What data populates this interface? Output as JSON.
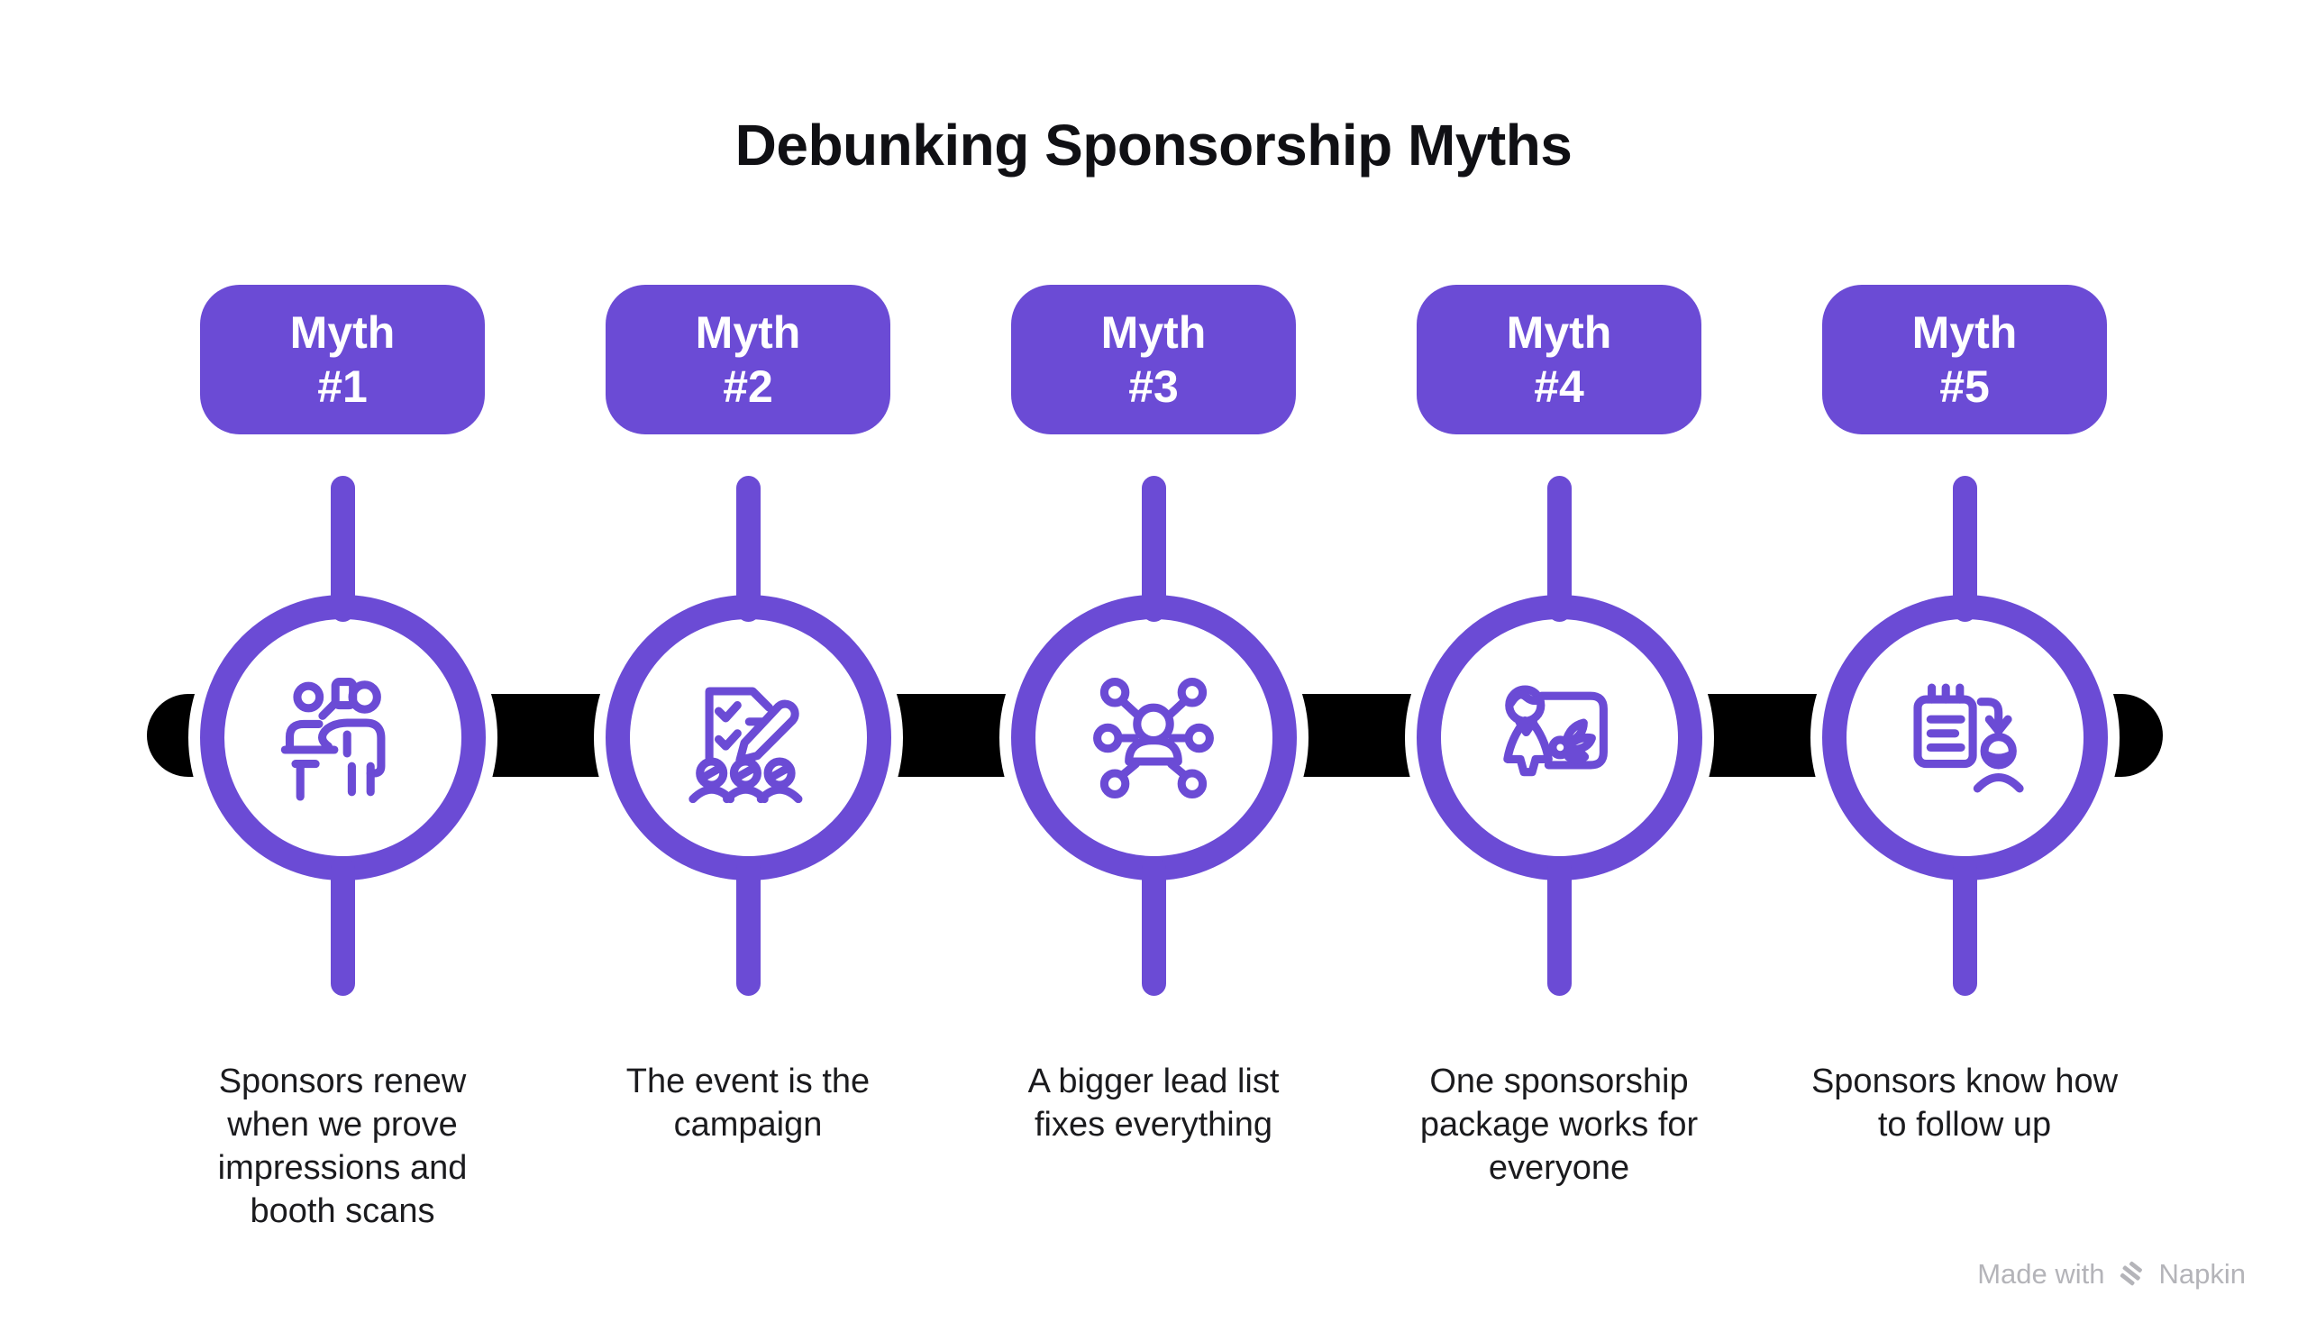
{
  "title": "Debunking Sponsorship Myths",
  "colors": {
    "purple": "#6B4BD5",
    "timeline_black": "#000000",
    "text": "#1B1B1E",
    "footer_gray": "#B4B4B9",
    "background": "#FFFFFF"
  },
  "myths": [
    {
      "badge_text": "Myth\n#1",
      "icon": "presenter-podium-icon",
      "description": "Sponsors renew\nwhen we prove\nimpressions and\nbooth scans"
    },
    {
      "badge_text": "Myth\n#2",
      "icon": "checklist-audience-icon",
      "description": "The event is the\ncampaign"
    },
    {
      "badge_text": "Myth\n#3",
      "icon": "lead-network-icon",
      "description": "A bigger lead list\nfixes everything"
    },
    {
      "badge_text": "Myth\n#4",
      "icon": "package-presentation-icon",
      "description": "One sponsorship\npackage works for\neveryone"
    },
    {
      "badge_text": "Myth\n#5",
      "icon": "followup-notes-icon",
      "description": "Sponsors know how\nto follow up"
    }
  ],
  "footer": {
    "made_with": "Made with",
    "brand": "Napkin",
    "logo": "napkin-logo-icon"
  }
}
